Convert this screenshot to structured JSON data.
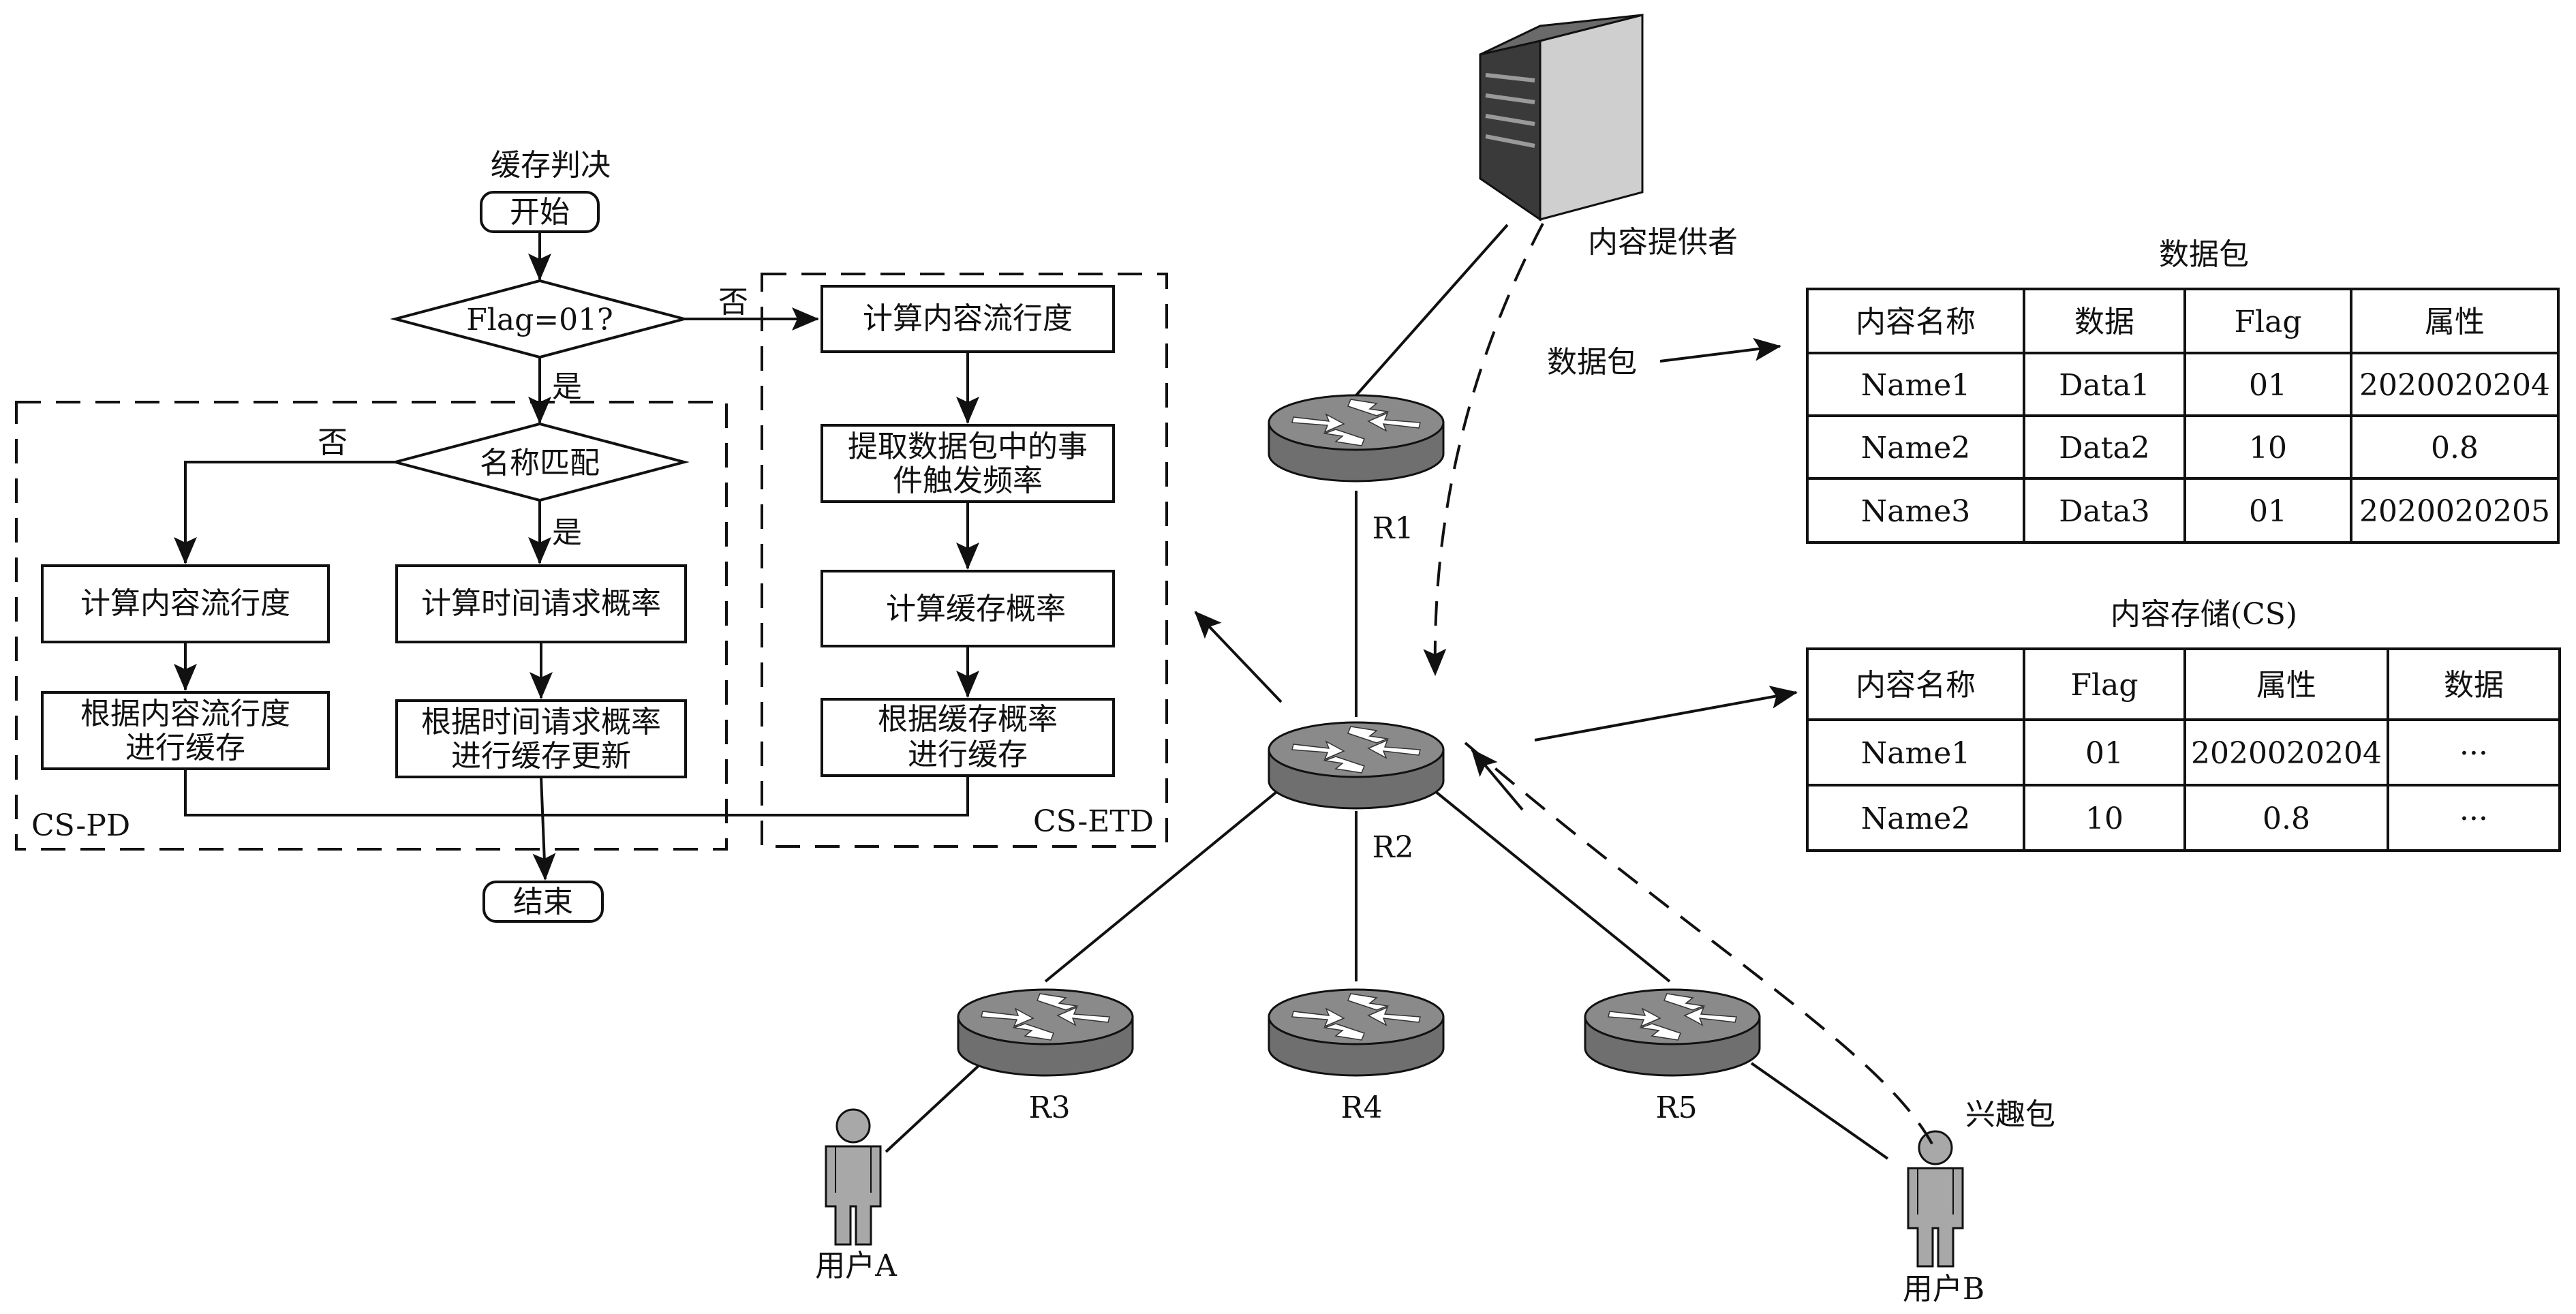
{
  "flowchart": {
    "title": "缓存判决",
    "start": "开始",
    "decision_flag": "Flag=01?",
    "decision_name": "名称匹配",
    "yes": "是",
    "no": "否",
    "pd_compute": "计算内容流行度",
    "pd_cache_line1": "根据内容流行度",
    "pd_cache_line2": "进行缓存",
    "time_compute": "计算时间请求概率",
    "time_cache_line1": "根据时间请求概率",
    "time_cache_line2": "进行缓存更新",
    "etd_compute": "计算内容流行度",
    "etd_extract_line1": "提取数据包中的事",
    "etd_extract_line2": "件触发频率",
    "etd_prob": "计算缓存概率",
    "etd_cache_line1": "根据缓存概率",
    "etd_cache_line2": "进行缓存",
    "region_pd": "CS-PD",
    "region_etd": "CS-ETD",
    "end": "结束"
  },
  "network": {
    "provider": "内容提供者",
    "routers": [
      "R1",
      "R2",
      "R3",
      "R4",
      "R5"
    ],
    "user_a": "用户A",
    "user_b": "用户B",
    "data_packet": "数据包",
    "interest_packet": "兴趣包"
  },
  "data_table": {
    "title": "数据包",
    "headers": [
      "内容名称",
      "数据",
      "Flag",
      "属性"
    ],
    "rows": [
      [
        "Name1",
        "Data1",
        "01",
        "2020020204"
      ],
      [
        "Name2",
        "Data2",
        "10",
        "0.8"
      ],
      [
        "Name3",
        "Data3",
        "01",
        "2020020205"
      ]
    ]
  },
  "cs_table": {
    "title": "内容存储(CS)",
    "headers": [
      "内容名称",
      "Flag",
      "属性",
      "数据"
    ],
    "rows": [
      [
        "Name1",
        "01",
        "2020020204",
        "···"
      ],
      [
        "Name2",
        "10",
        "0.8",
        "···"
      ]
    ]
  },
  "colors": {
    "router_top": "#8a8a8a",
    "router_side": "#6f6f6f",
    "person": "#a8a8a8",
    "server_front": "#cfcfcf",
    "server_dark": "#3a3a3a"
  },
  "icons": [
    "router-icon",
    "server-icon",
    "user-icon"
  ]
}
